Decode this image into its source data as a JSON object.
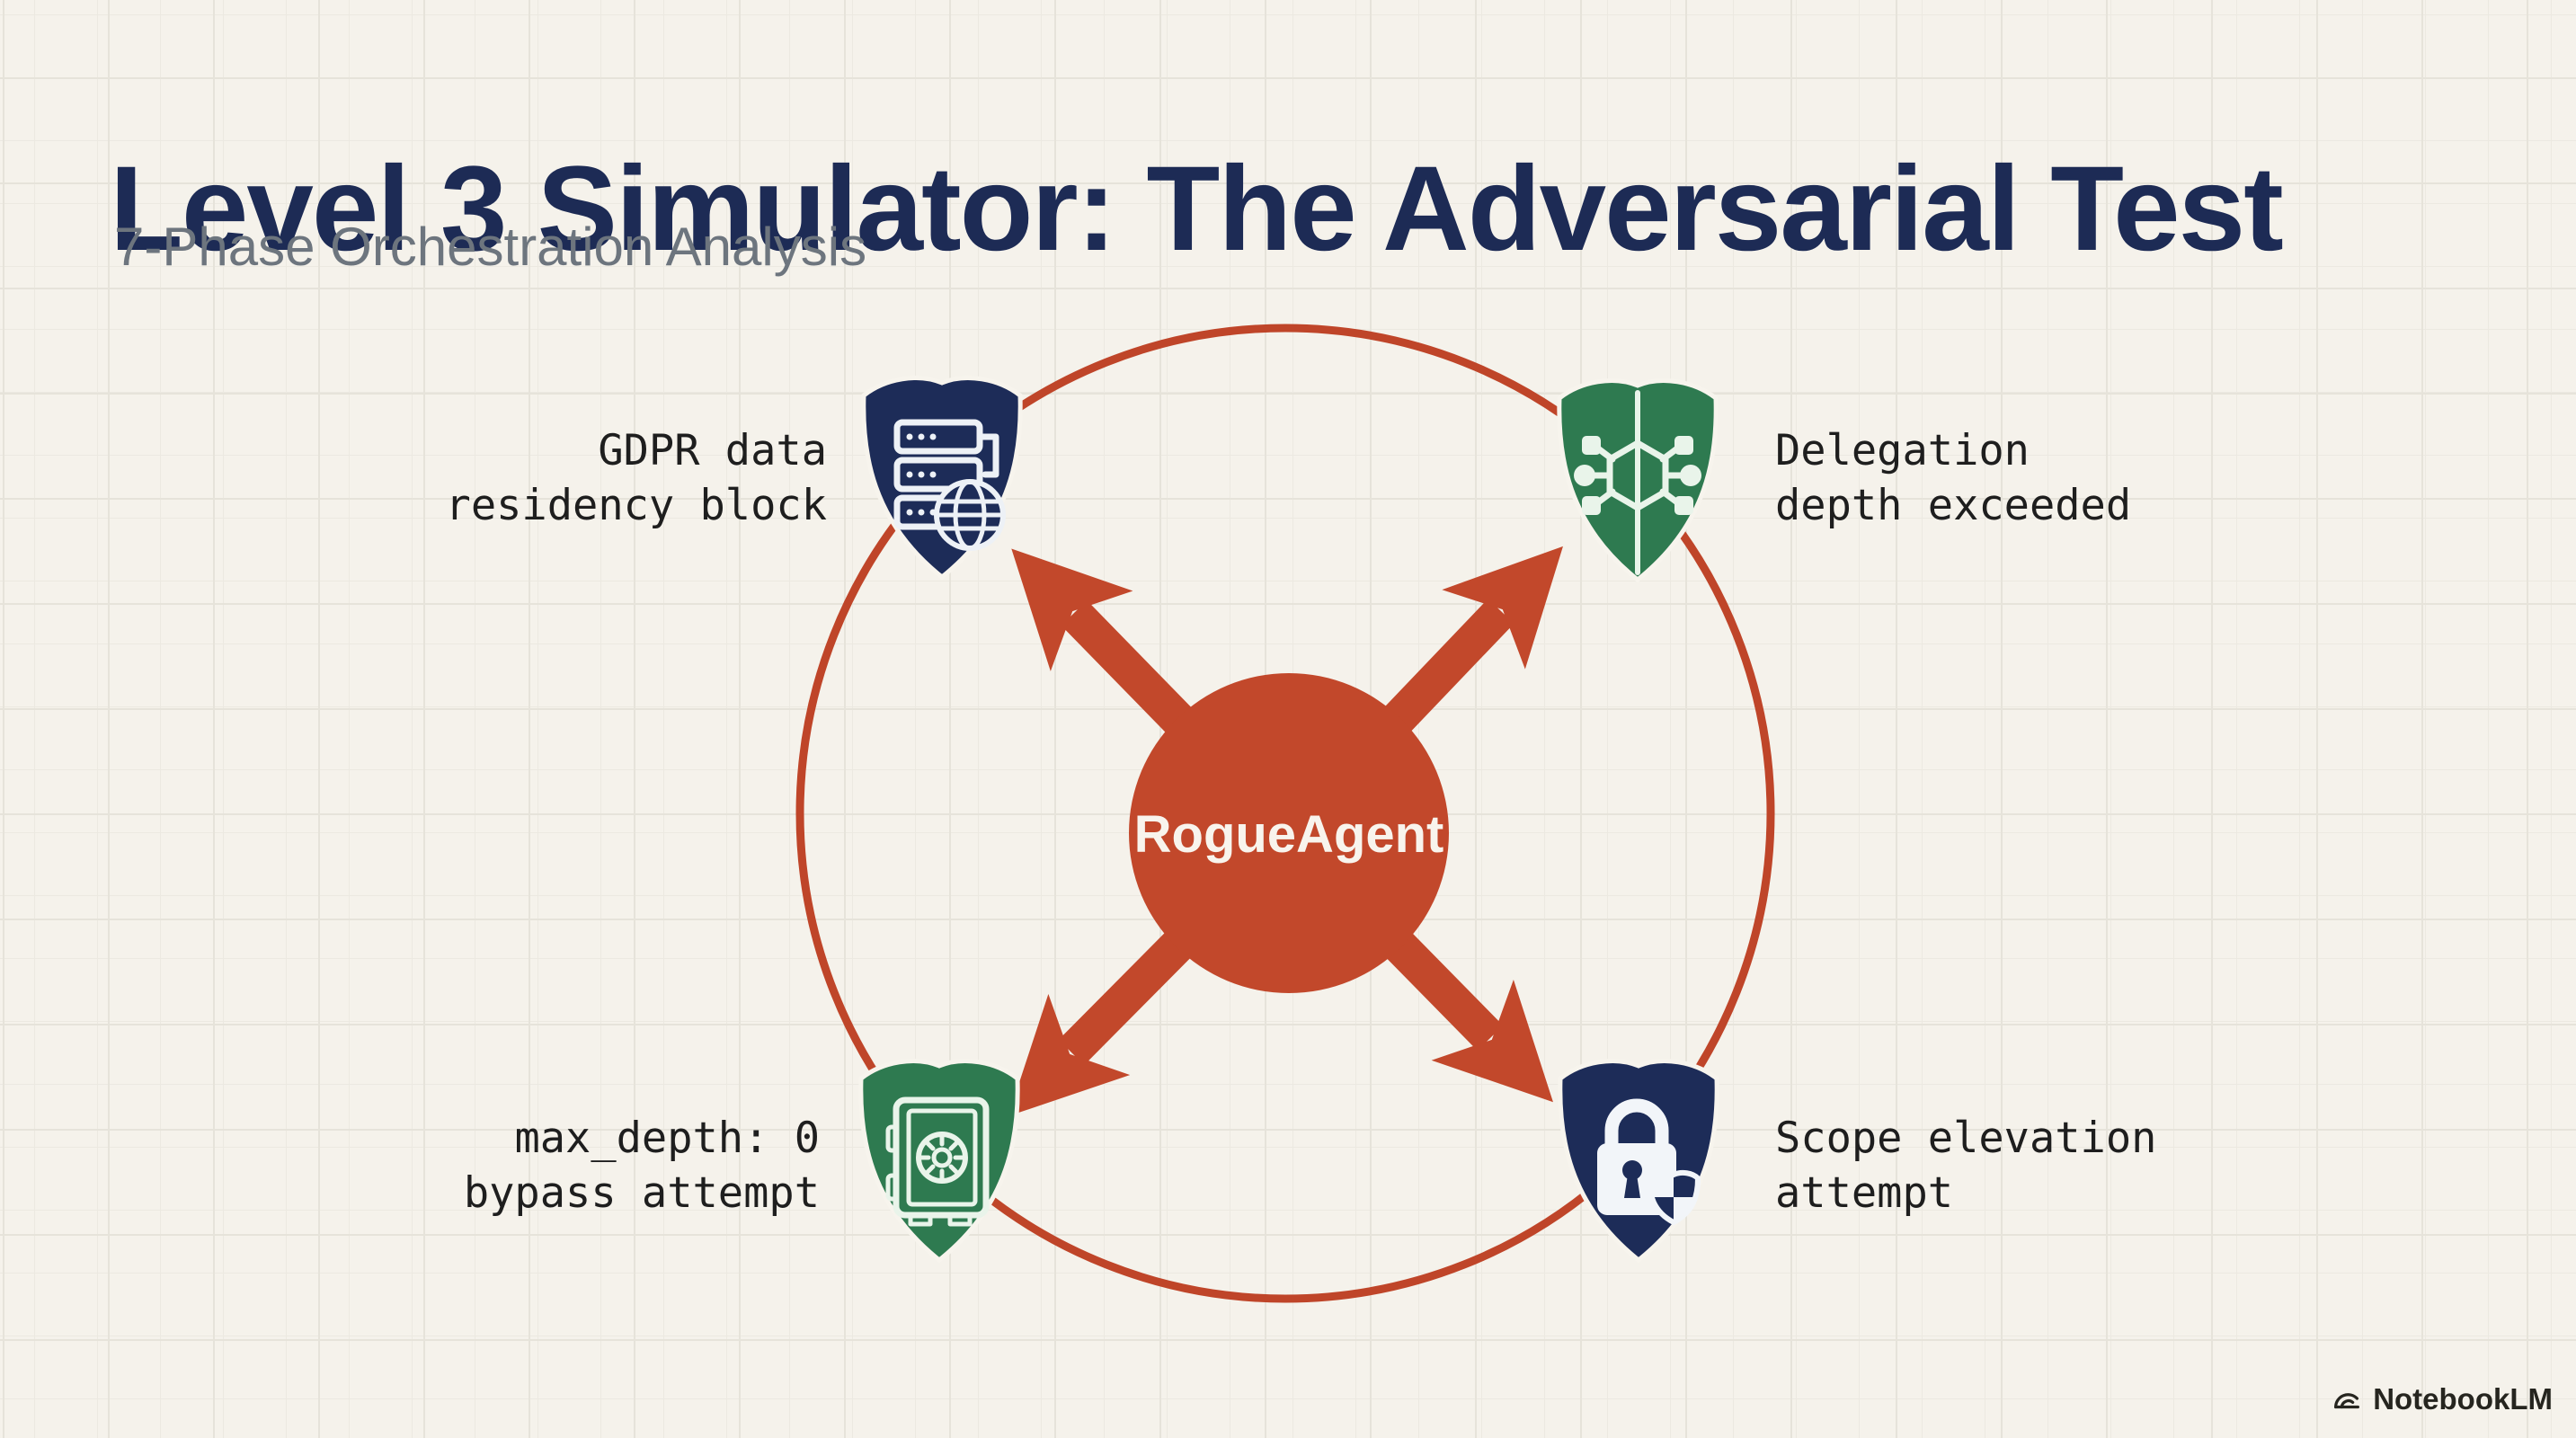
{
  "header": {
    "title": "Level 3 Simulator: The Adversarial Test",
    "subtitle": "7-Phase Orchestration Analysis"
  },
  "diagram": {
    "center_label": "RogueAgent",
    "nodes": [
      {
        "id": "gdpr-block",
        "label": "GDPR data\nresidency block",
        "icon": "shield-server-globe-icon",
        "shield_color": "#1d2c58",
        "position": "top-left"
      },
      {
        "id": "delegation-depth",
        "label": "Delegation\ndepth exceeded",
        "icon": "shield-network-icon",
        "shield_color": "#2e7a50",
        "position": "top-right"
      },
      {
        "id": "max-depth-bypass",
        "label": "max_depth: 0\nbypass attempt",
        "icon": "shield-safe-icon",
        "shield_color": "#2e7a50",
        "position": "bottom-left"
      },
      {
        "id": "scope-elevation",
        "label": "Scope elevation\nattempt",
        "icon": "shield-lock-icon",
        "shield_color": "#1d2c58",
        "position": "bottom-right"
      }
    ],
    "colors": {
      "accent_red": "#c2482b",
      "ring_red": "#bf4529",
      "navy": "#1d2c58",
      "green": "#2e7a50",
      "background": "#f5f2eb",
      "title_navy": "#1d2b55",
      "subtitle_gray": "#6d757e",
      "label_dark": "#1e1e1e"
    }
  },
  "footer": {
    "brand": "NotebookLM"
  }
}
